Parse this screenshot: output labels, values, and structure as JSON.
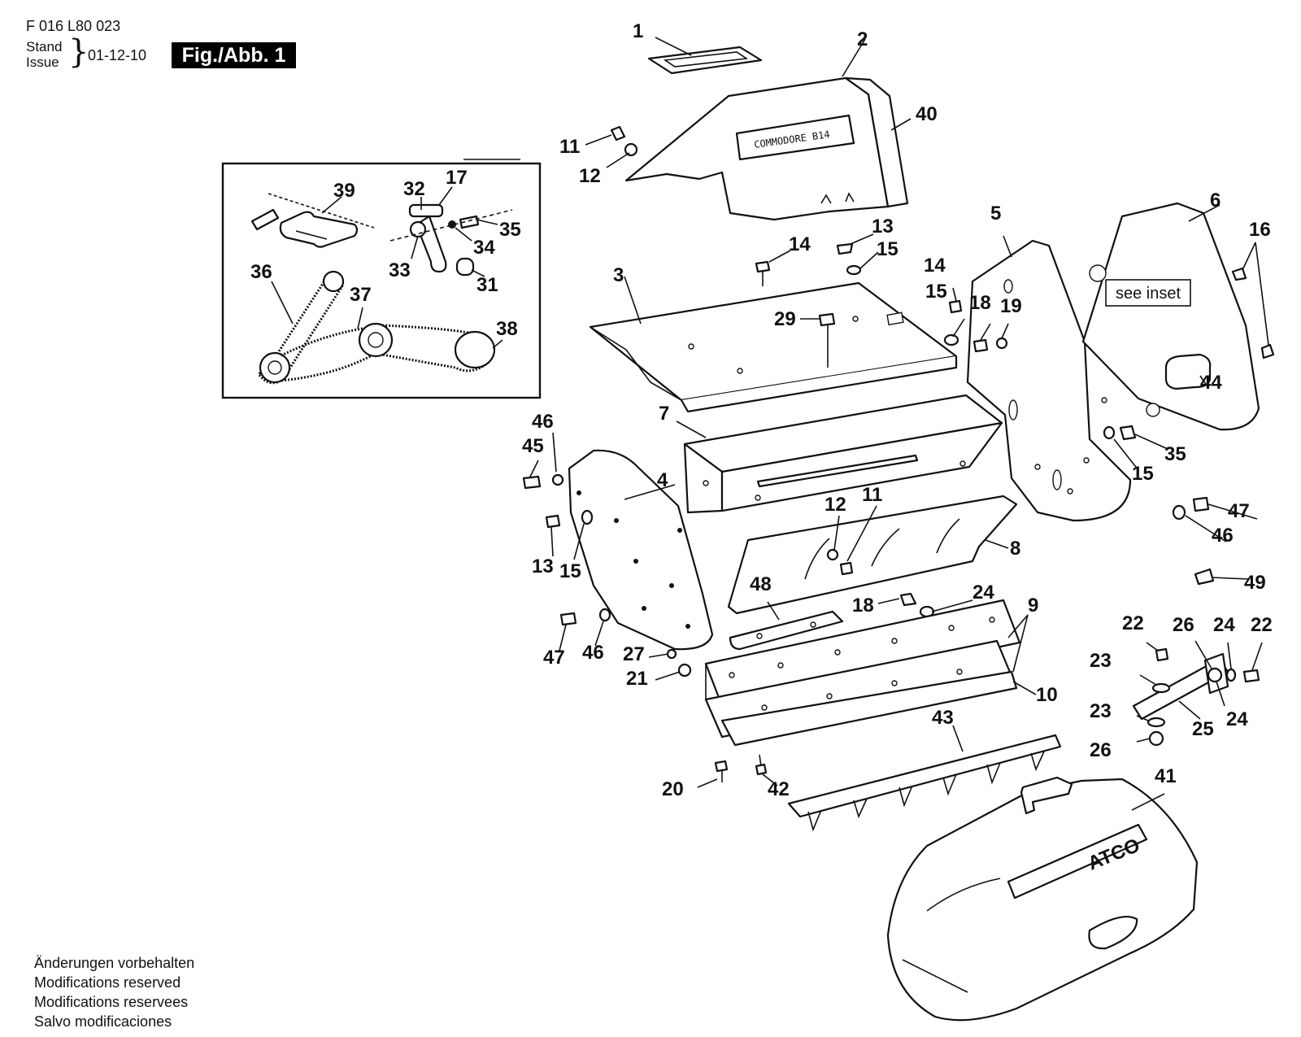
{
  "header": {
    "part_number": "F 016 L80 023",
    "stand_label": "Stand",
    "issue_label": "Issue",
    "date": "01-12-10",
    "figure_label": "Fig./Abb. 1"
  },
  "footer_notes": [
    "Änderungen vorbehalten",
    "Modifications reserved",
    "Modifications reservees",
    "Salvo modificaciones"
  ],
  "inset_reference": "see inset",
  "part_markings": {
    "hopper_label": "COMMODORE B14",
    "box_logo": "ATCO"
  },
  "callouts": [
    "1",
    "2",
    "40",
    "11",
    "12",
    "39",
    "32",
    "17",
    "35",
    "34",
    "33",
    "31",
    "36",
    "37",
    "38",
    "5",
    "6",
    "16",
    "14",
    "13",
    "15",
    "14",
    "15",
    "18",
    "19",
    "3",
    "29",
    "44",
    "35",
    "15",
    "7",
    "46",
    "45",
    "4",
    "12",
    "11",
    "8",
    "13",
    "15",
    "47",
    "46",
    "48",
    "18",
    "24",
    "9",
    "27",
    "21",
    "10",
    "22",
    "26",
    "24",
    "22",
    "23",
    "23",
    "24",
    "25",
    "26",
    "43",
    "41",
    "20",
    "42",
    "47",
    "46",
    "49"
  ]
}
